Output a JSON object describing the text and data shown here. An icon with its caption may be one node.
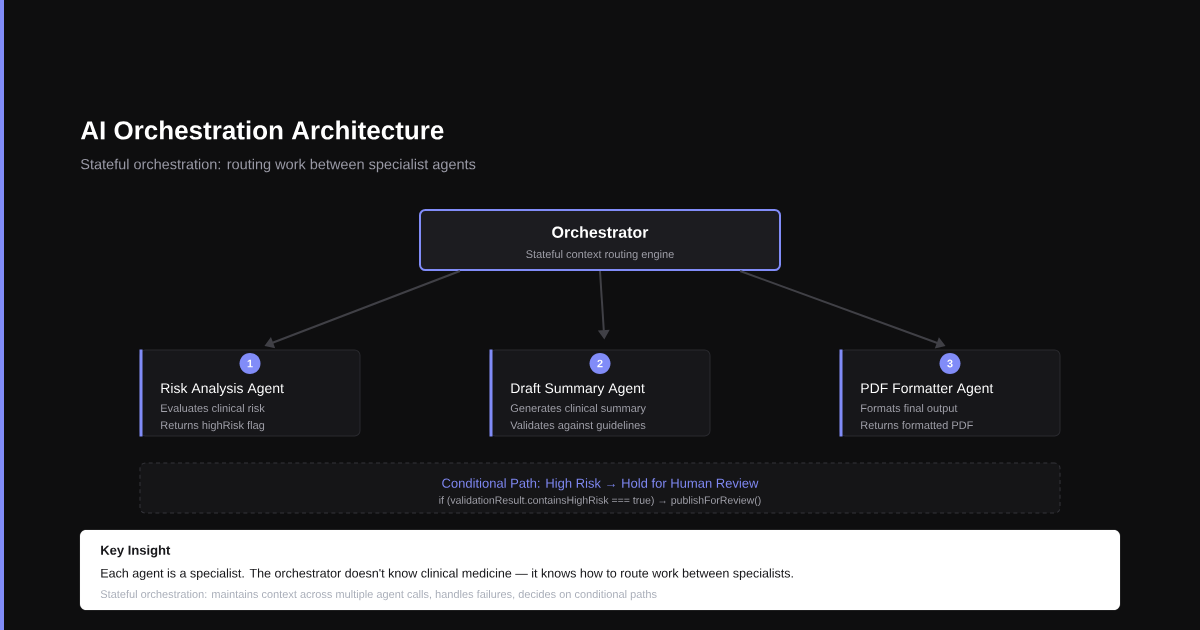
{
  "diagram": {
    "title": "AI Orchestration Architecture",
    "nodes": [
      {
        "text": [
          "Orchestrator",
          "Stateful context routing engine"
        ]
      },
      {
        "text": [
          "Risk Analysis Agent",
          "Evaluates clinical risk",
          "Returns highRisk flag"
        ]
      },
      {
        "text": [
          "1"
        ],
        "in": 1
      },
      {
        "text": [
          "Draft Summary Agent",
          "Generates clinical summary",
          "Validates against guidelines"
        ]
      },
      {
        "text": [
          "2"
        ],
        "in": 3
      },
      {
        "text": [
          "PDF Formatter Agent",
          "Formats final output",
          "Returns formatted PDF"
        ]
      },
      {
        "text": [
          "3"
        ],
        "in": 5
      },
      {
        "text": [
          "Conditional Path: High Risk → Hold for Human Review",
          "if (validationResult.containsHighRisk === true) → publishForReview()"
        ]
      },
      {
        "text": [
          "Key Insight",
          "Each agent is a specialist. The orchestrator doesn't know clinical medicine — it knows how to route work between specialists.",
          "Stateful orchestration: maintains context across multiple agent calls, handles failures, decides on conditional paths"
        ]
      }
    ],
    "edges": [
      {
        "from": 0,
        "to": 1,
        "arrow": "to"
      },
      {
        "from": 0,
        "to": 3,
        "arrow": "to"
      },
      {
        "from": 0,
        "to": 5,
        "arrow": "to"
      }
    ],
    "labels": [
      "Stateful orchestration: routing work between specialist agents"
    ]
  }
}
